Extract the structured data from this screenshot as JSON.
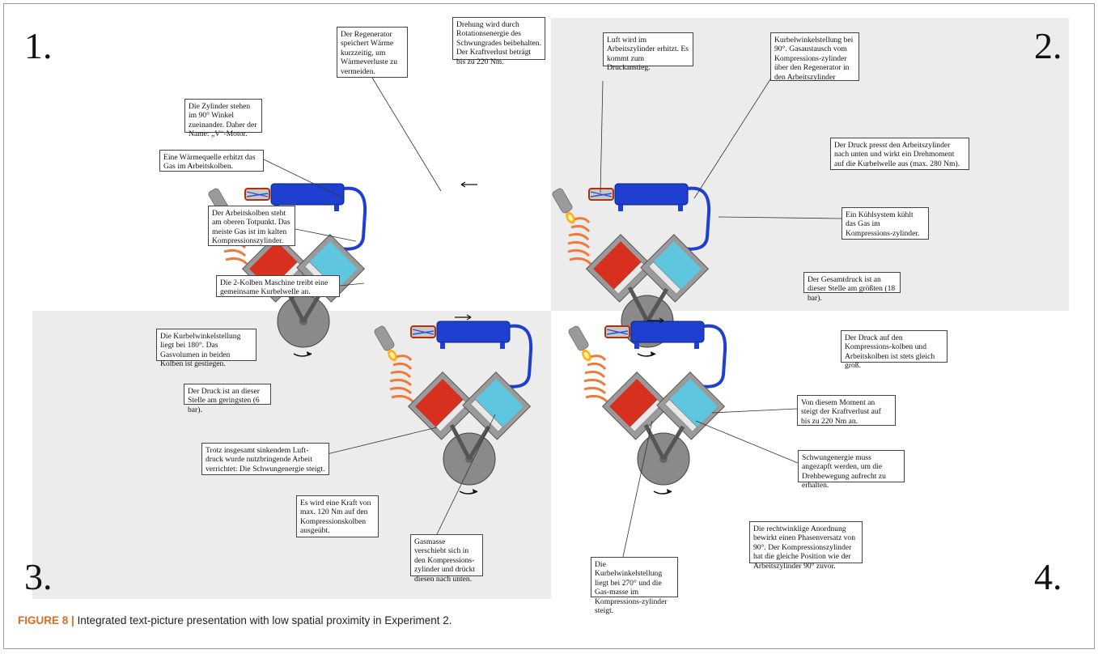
{
  "figure": {
    "caption_label": "FIGURE 8 |",
    "caption_text": " Integrated text-picture presentation with low spatial proximity in Experiment 2."
  },
  "panels": [
    {
      "number": "1.",
      "notes": [
        "Der Regenerator speichert Wärme kurzzeitig, um Wärmeverluste zu vermeiden.",
        "Drehung wird durch Rotationsenergie des Schwungrades beibehalten. Der Kraftverlust beträgt bis zu 220 Nm.",
        "Die Zylinder stehen im 90° Winkel zueinander. Daher der Name: „V“-Motor.",
        "Eine Wärmequelle erhitzt das Gas im Arbeitskolben.",
        "Der Arbeitskolben steht am oberen Totpunkt. Das meiste Gas ist im kalten Kompressionszylinder.",
        "Die 2-Kolben Maschine treibt eine gemeinsame Kurbelwelle an."
      ]
    },
    {
      "number": "2.",
      "notes": [
        "Luft wird im Arbeitszylinder erhitzt. Es kommt zum Druckanstieg.",
        "Kurbelwinkelstellung bei 90°. Gasaustausch vom Kompressions-zylinder über den Regenerator in den Arbeitszylinder",
        "Der Druck presst den Arbeitszylinder nach unten und wirkt ein Drehmoment auf die Kurbelwelle aus (max. 280 Nm).",
        "Ein Kühlsystem kühlt das Gas im Kompressions-zylinder.",
        "Der Gesamtdruck ist an dieser Stelle am größten (18 bar)."
      ]
    },
    {
      "number": "3.",
      "notes": [
        "Die Kurbelwinkelstellung liegt bei 180°. Das Gasvolumen in beiden Kolben ist gestiegen.",
        "Der Druck ist an dieser Stelle am geringsten (6 bar).",
        "Trotz insgesamt sinkendem Luft-druck wurde nutzbringende Arbeit verrichtet: Die Schwungenergie steigt.",
        "Es wird eine Kraft von max. 120 Nm auf den Kompressionskolben ausgeübt.",
        "Gasmasse verschiebt sich in den Kompressions-zylinder und drückt diesen nach unten."
      ]
    },
    {
      "number": "4.",
      "notes": [
        "Der Druck auf den Kompressions-kolben und Arbeitskolben ist stets gleich groß.",
        "Von diesem Moment an steigt der Kraftverlust auf bis zu 220 Nm an.",
        "Schwungenergie muss angezapft werden, um die Drehbewegung aufrecht zu erhalten.",
        "Die rechtwinklige Anordnung bewirkt einen Phasenversatz von 90°. Der Kompressionszylinder hat die gleiche Position wie der Arbeitszylinder 90° zuvor.",
        "Die Kurbelwinkelstellung liegt bei 270° und die Gas-masse im Kompressions-zylinder steigt."
      ]
    }
  ],
  "colors": {
    "hot_cylinder": "#d8301f",
    "cold_cylinder": "#5ec6de",
    "regenerator_pipe": "#1f3fd0",
    "heater_coil": "#f07a3c",
    "flywheel": "#8a8a8a"
  }
}
